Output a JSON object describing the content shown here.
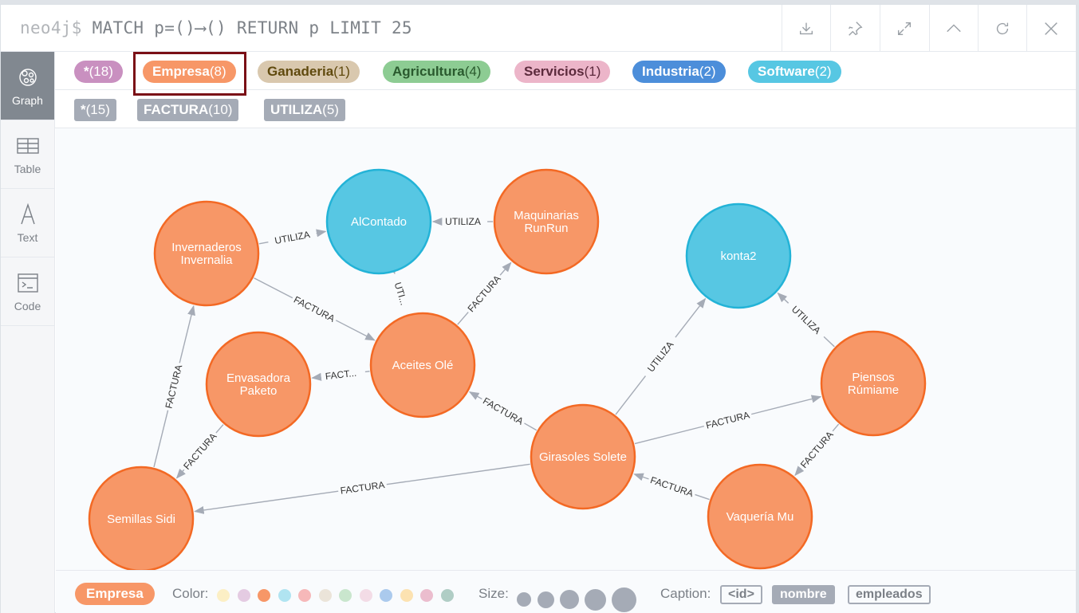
{
  "query": {
    "prompt": "neo4j$",
    "text": "MATCH p=()⟶() RETURN p LIMIT 25"
  },
  "toolbar": {
    "download": "download-icon",
    "pin": "pin-icon",
    "expand": "expand-icon",
    "collapse": "chevron-up-icon",
    "refresh": "refresh-icon",
    "close": "close-icon"
  },
  "sidebar": {
    "items": [
      {
        "label": "Graph",
        "icon": "graph-icon",
        "active": true
      },
      {
        "label": "Table",
        "icon": "table-icon"
      },
      {
        "label": "Text",
        "icon": "text-icon"
      },
      {
        "label": "Code",
        "icon": "code-icon"
      }
    ]
  },
  "node_labels": [
    {
      "name": "*",
      "count": "(18)",
      "color": "#c990c0",
      "text_color": "#ffffff"
    },
    {
      "name": "Empresa",
      "count": "(8)",
      "color": "#f79767",
      "text_color": "#ffffff"
    },
    {
      "name": "Ganaderia",
      "count": "(1)",
      "color": "#d9c8ae",
      "text_color": "#604a0e"
    },
    {
      "name": "Agricultura",
      "count": "(4)",
      "color": "#8dcc93",
      "text_color": "#2a5a2e"
    },
    {
      "name": "Servicios",
      "count": "(1)",
      "color": "#ecb5c9",
      "text_color": "#5c2a3c"
    },
    {
      "name": "Industria",
      "count": "(2)",
      "color": "#4c8eda",
      "text_color": "#ffffff"
    },
    {
      "name": "Software",
      "count": "(2)",
      "color": "#57c7e3",
      "text_color": "#ffffff"
    }
  ],
  "rel_types": [
    {
      "name": "*",
      "count": "(15)"
    },
    {
      "name": "FACTURA",
      "count": "(10)"
    },
    {
      "name": "UTILIZA",
      "count": "(5)"
    }
  ],
  "graph": {
    "nodes": [
      {
        "id": "alcontado",
        "caption": [
          "AlContado"
        ],
        "kind": "software"
      },
      {
        "id": "maquinarias",
        "caption": [
          "Maquinarias",
          "RunRun"
        ],
        "kind": "empresa"
      },
      {
        "id": "invernaderos",
        "caption": [
          "Invernaderos",
          "Invernalia"
        ],
        "kind": "empresa"
      },
      {
        "id": "konta2",
        "caption": [
          "konta2"
        ],
        "kind": "software"
      },
      {
        "id": "aceites",
        "caption": [
          "Aceites Olé"
        ],
        "kind": "empresa"
      },
      {
        "id": "envasadora",
        "caption": [
          "Envasadora",
          "Paketo"
        ],
        "kind": "empresa"
      },
      {
        "id": "piensos",
        "caption": [
          "Piensos",
          "Rúmiame"
        ],
        "kind": "empresa"
      },
      {
        "id": "girasoles",
        "caption": [
          "Girasoles Solete"
        ],
        "kind": "empresa"
      },
      {
        "id": "semillas",
        "caption": [
          "Semillas Sidi"
        ],
        "kind": "empresa"
      },
      {
        "id": "vaqueria",
        "caption": [
          "Vaquería Mu"
        ],
        "kind": "empresa"
      }
    ],
    "edges": [
      {
        "from": "invernaderos",
        "to": "alcontado",
        "label": "UTILIZA"
      },
      {
        "from": "maquinarias",
        "to": "alcontado",
        "label": "UTILIZA"
      },
      {
        "from": "aceites",
        "to": "alcontado",
        "label": "UTI..."
      },
      {
        "from": "invernaderos",
        "to": "aceites",
        "label": "FACTURA"
      },
      {
        "from": "aceites",
        "to": "maquinarias",
        "label": "FACTURA"
      },
      {
        "from": "aceites",
        "to": "envasadora",
        "label": "FACT..."
      },
      {
        "from": "girasoles",
        "to": "aceites",
        "label": "FACTURA"
      },
      {
        "from": "girasoles",
        "to": "konta2",
        "label": "UTILIZA"
      },
      {
        "from": "piensos",
        "to": "konta2",
        "label": "UTILIZA"
      },
      {
        "from": "girasoles",
        "to": "piensos",
        "label": "FACTURA"
      },
      {
        "from": "piensos",
        "to": "vaqueria",
        "label": "FACTURA"
      },
      {
        "from": "vaqueria",
        "to": "girasoles",
        "label": "FACTURA"
      },
      {
        "from": "girasoles",
        "to": "semillas",
        "label": "FACTURA"
      },
      {
        "from": "semillas",
        "to": "invernaderos",
        "label": "FACTURA"
      },
      {
        "from": "envasadora",
        "to": "semillas",
        "label": "FACTURA"
      }
    ],
    "styles": {
      "empresa": {
        "fill": "#f79767",
        "stroke": "#f36924"
      },
      "software": {
        "fill": "#57c7e3",
        "stroke": "#23b3d7"
      },
      "edge": "#a5abb6"
    }
  },
  "footer": {
    "selected_label": "Empresa",
    "color_label": "Color:",
    "colors": [
      "#ffe081",
      "#c990c0",
      "#f79767",
      "#57c7e3",
      "#f16667",
      "#d9c8ae",
      "#8dcc93",
      "#ecb5c9",
      "#4c8eda",
      "#ffc454",
      "#da7194",
      "#569480"
    ],
    "selected_color": "#f79767",
    "size_label": "Size:",
    "caption_label": "Caption:",
    "captions": [
      "<id>",
      "nombre",
      "empleados"
    ],
    "selected_caption": "nombre"
  }
}
